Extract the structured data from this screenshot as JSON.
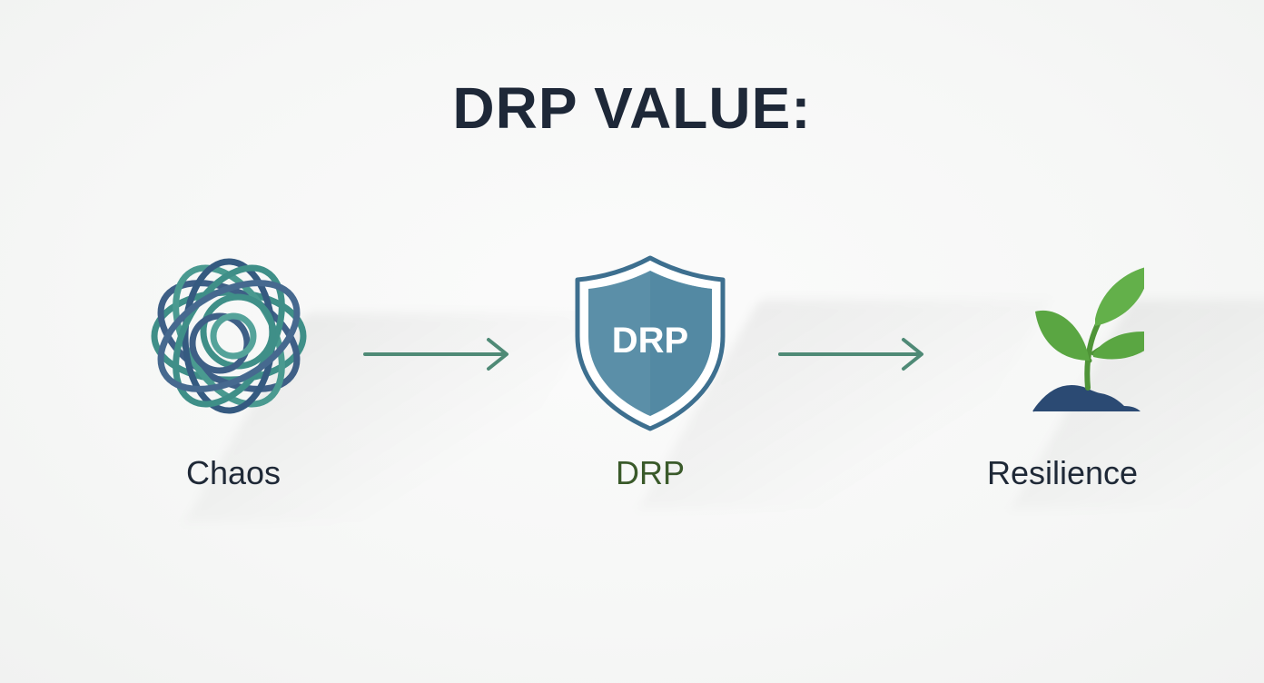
{
  "title": "DRP VALUE:",
  "stages": [
    {
      "label": "Chaos",
      "icon": "tangled-knot-icon",
      "label_color": "#1f2937"
    },
    {
      "label": "DRP",
      "icon": "shield-icon",
      "label_color": "#3a5a2a",
      "badge_text": "DRP"
    },
    {
      "label": "Resilience",
      "icon": "sprout-icon",
      "label_color": "#1f2937"
    }
  ],
  "colors": {
    "title": "#1e2838",
    "arrow": "#4f8a76",
    "knot_teal": "#3f8f88",
    "knot_blue": "#3e5f86",
    "shield_fill": "#5b8fa8",
    "shield_outline": "#3d6f8f",
    "leaf_green": "#5aa642",
    "soil": "#2b4a73"
  }
}
